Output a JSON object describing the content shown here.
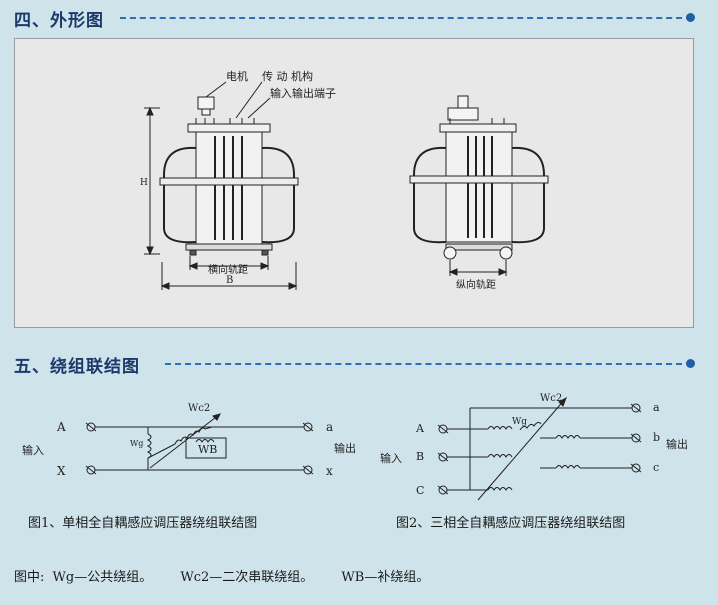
{
  "section4": {
    "title": "四、外形图"
  },
  "section5": {
    "title": "五、绕组联结图"
  },
  "outline": {
    "label_motor": "电机",
    "label_drive": "传 动 机构",
    "label_terminal": "输入输出端子",
    "label_h": "H",
    "label_lateral_gauge": "横向轨距",
    "label_b": "B",
    "label_longitudinal_gauge": "纵向轨距"
  },
  "fig1": {
    "caption": "图1、单相全自耦感应调压器绕组联结图",
    "label_A": "A",
    "label_X": "X",
    "label_a": "a",
    "label_x": "x",
    "label_input": "输入",
    "label_output": "输出",
    "label_wc2": "Wc2",
    "label_wg": "Wg",
    "label_wb": "WB"
  },
  "fig2": {
    "caption": "图2、三相全自耦感应调压器绕组联结图",
    "label_A": "A",
    "label_B": "B",
    "label_C": "C",
    "label_a": "a",
    "label_b": "b",
    "label_c": "c",
    "label_input": "输入",
    "label_output": "输出",
    "label_wc2": "Wc2",
    "label_wg": "Wg"
  },
  "legend": {
    "prefix": "图中:",
    "wg": "Wg—公共绕组。",
    "wc2": "Wc2—二次串联绕组。",
    "wb": "WB—补绕组。"
  }
}
